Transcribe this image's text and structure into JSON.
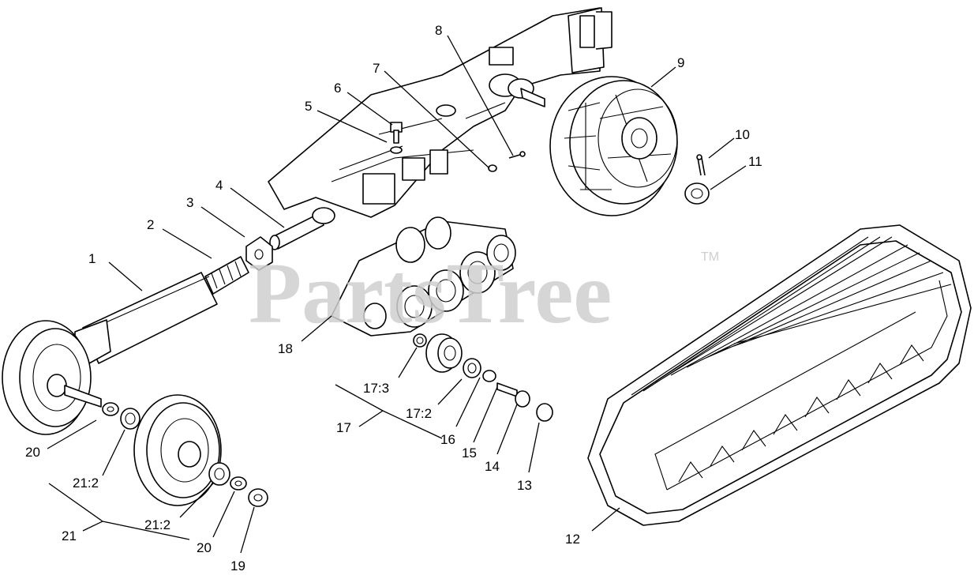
{
  "watermark": {
    "text": "PartsTree",
    "mark": "TM"
  },
  "callouts": {
    "c1": "1",
    "c2": "2",
    "c3": "3",
    "c4": "4",
    "c5": "5",
    "c6": "6",
    "c7": "7",
    "c8": "8",
    "c9": "9",
    "c10": "10",
    "c11": "11",
    "c12": "12",
    "c13": "13",
    "c14": "14",
    "c15": "15",
    "c16": "16",
    "c17": "17",
    "c17_2": "17:2",
    "c17_3": "17:3",
    "c18": "18",
    "c19": "19",
    "c20a": "20",
    "c20b": "20",
    "c21": "21",
    "c21_2a": "21:2",
    "c21_2b": "21:2"
  }
}
